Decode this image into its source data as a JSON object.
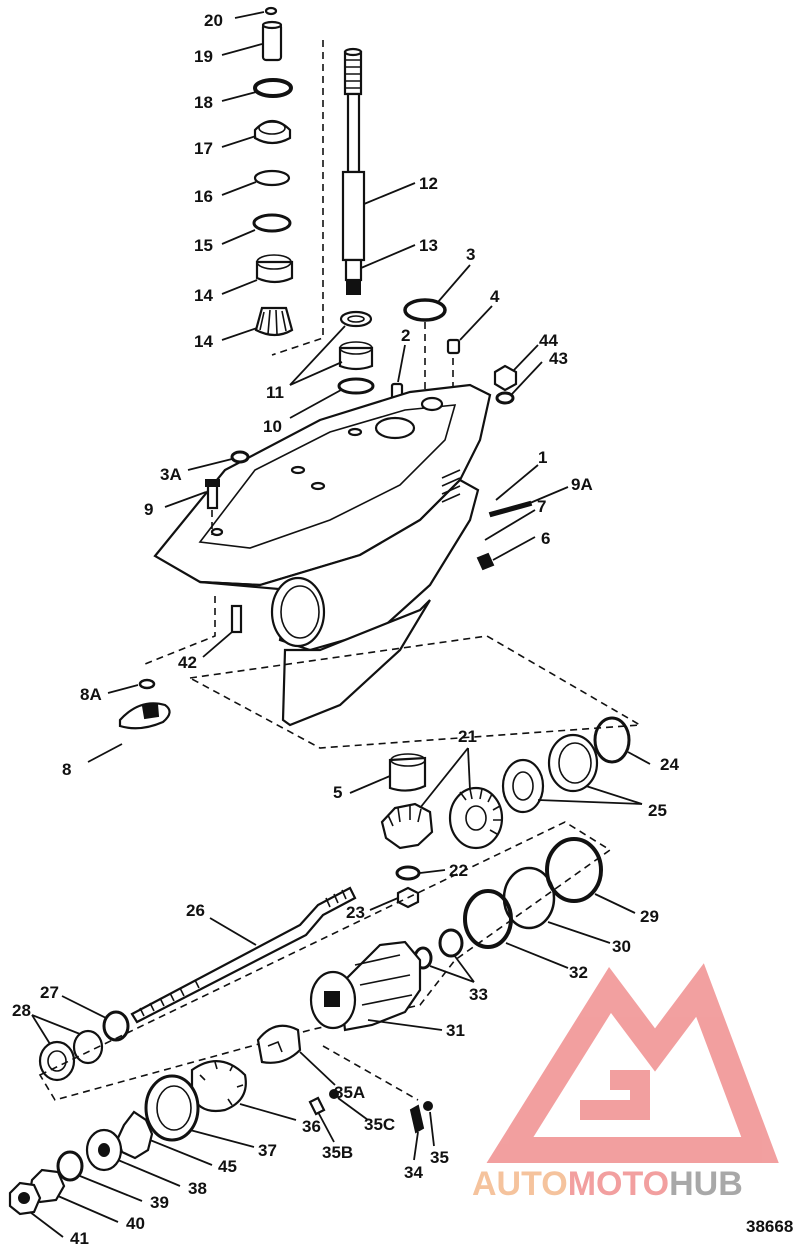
{
  "callouts": [
    {
      "id": "p20",
      "label": "20"
    },
    {
      "id": "p19",
      "label": "19"
    },
    {
      "id": "p18",
      "label": "18"
    },
    {
      "id": "p17",
      "label": "17"
    },
    {
      "id": "p16",
      "label": "16"
    },
    {
      "id": "p15",
      "label": "15"
    },
    {
      "id": "p14a",
      "label": "14"
    },
    {
      "id": "p14b",
      "label": "14"
    },
    {
      "id": "p12",
      "label": "12"
    },
    {
      "id": "p13",
      "label": "13"
    },
    {
      "id": "p3",
      "label": "3"
    },
    {
      "id": "p4",
      "label": "4"
    },
    {
      "id": "p2",
      "label": "2"
    },
    {
      "id": "p44",
      "label": "44"
    },
    {
      "id": "p43",
      "label": "43"
    },
    {
      "id": "p11",
      "label": "11"
    },
    {
      "id": "p10",
      "label": "10"
    },
    {
      "id": "p3A",
      "label": "3A"
    },
    {
      "id": "p1",
      "label": "1"
    },
    {
      "id": "p9A",
      "label": "9A"
    },
    {
      "id": "p9",
      "label": "9"
    },
    {
      "id": "p7",
      "label": "7"
    },
    {
      "id": "p6",
      "label": "6"
    },
    {
      "id": "p42",
      "label": "42"
    },
    {
      "id": "p8A",
      "label": "8A"
    },
    {
      "id": "p8",
      "label": "8"
    },
    {
      "id": "p21",
      "label": "21"
    },
    {
      "id": "p5",
      "label": "5"
    },
    {
      "id": "p24",
      "label": "24"
    },
    {
      "id": "p25",
      "label": "25"
    },
    {
      "id": "p22",
      "label": "22"
    },
    {
      "id": "p26",
      "label": "26"
    },
    {
      "id": "p23",
      "label": "23"
    },
    {
      "id": "p29",
      "label": "29"
    },
    {
      "id": "p30",
      "label": "30"
    },
    {
      "id": "p32",
      "label": "32"
    },
    {
      "id": "p33",
      "label": "33"
    },
    {
      "id": "p27",
      "label": "27"
    },
    {
      "id": "p28",
      "label": "28"
    },
    {
      "id": "p31",
      "label": "31"
    },
    {
      "id": "p35A",
      "label": "35A"
    },
    {
      "id": "p35C",
      "label": "35C"
    },
    {
      "id": "p36",
      "label": "36"
    },
    {
      "id": "p37",
      "label": "37"
    },
    {
      "id": "p35B",
      "label": "35B"
    },
    {
      "id": "p34",
      "label": "34"
    },
    {
      "id": "p35",
      "label": "35"
    },
    {
      "id": "p45",
      "label": "45"
    },
    {
      "id": "p38",
      "label": "38"
    },
    {
      "id": "p39",
      "label": "39"
    },
    {
      "id": "p40",
      "label": "40"
    },
    {
      "id": "p41",
      "label": "41"
    }
  ],
  "figure_number": "38668",
  "watermark": {
    "text_auto": "AUTO",
    "text_moto": "MOTO",
    "text_hub": "HUB",
    "color_auto": "#f4b98c",
    "color_moto": "#f08f8f",
    "color_hub": "#9a9a9a",
    "logo_color": "#f08f8f"
  }
}
